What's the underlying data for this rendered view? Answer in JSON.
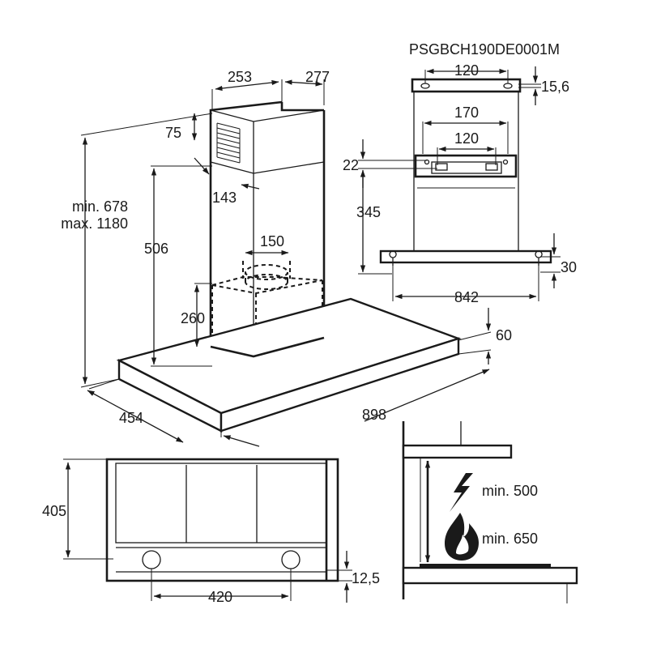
{
  "model_code": "PSGBCH190DE0001M",
  "hood_view": {
    "chimney_width": "253",
    "chimney_depth": "277",
    "vent_grille_offset": "75",
    "vent_grille_setback": "143",
    "height_range_min": "min. 678",
    "height_range_max": "max. 1180",
    "lower_chimney_height": "506",
    "duct_diameter": "150",
    "motor_box_height": "260",
    "canopy_depth": "454",
    "canopy_width": "898",
    "canopy_thickness": "60"
  },
  "bracket_view": {
    "top_hole_spacing": "120",
    "top_hole_offset": "15,6",
    "bracket_width": "170",
    "bracket_hole_spacing": "120",
    "bracket_hole_offset": "22",
    "bracket_to_canopy": "345",
    "canopy_hole_offset": "30",
    "canopy_hole_spacing": "842"
  },
  "bottom_view": {
    "depth": "405",
    "light_spacing": "420",
    "light_offset": "12,5"
  },
  "clearance_view": {
    "electric_min": "min. 500",
    "gas_min": "min. 650",
    "icons": [
      "lightning-icon",
      "flame-icon"
    ]
  }
}
